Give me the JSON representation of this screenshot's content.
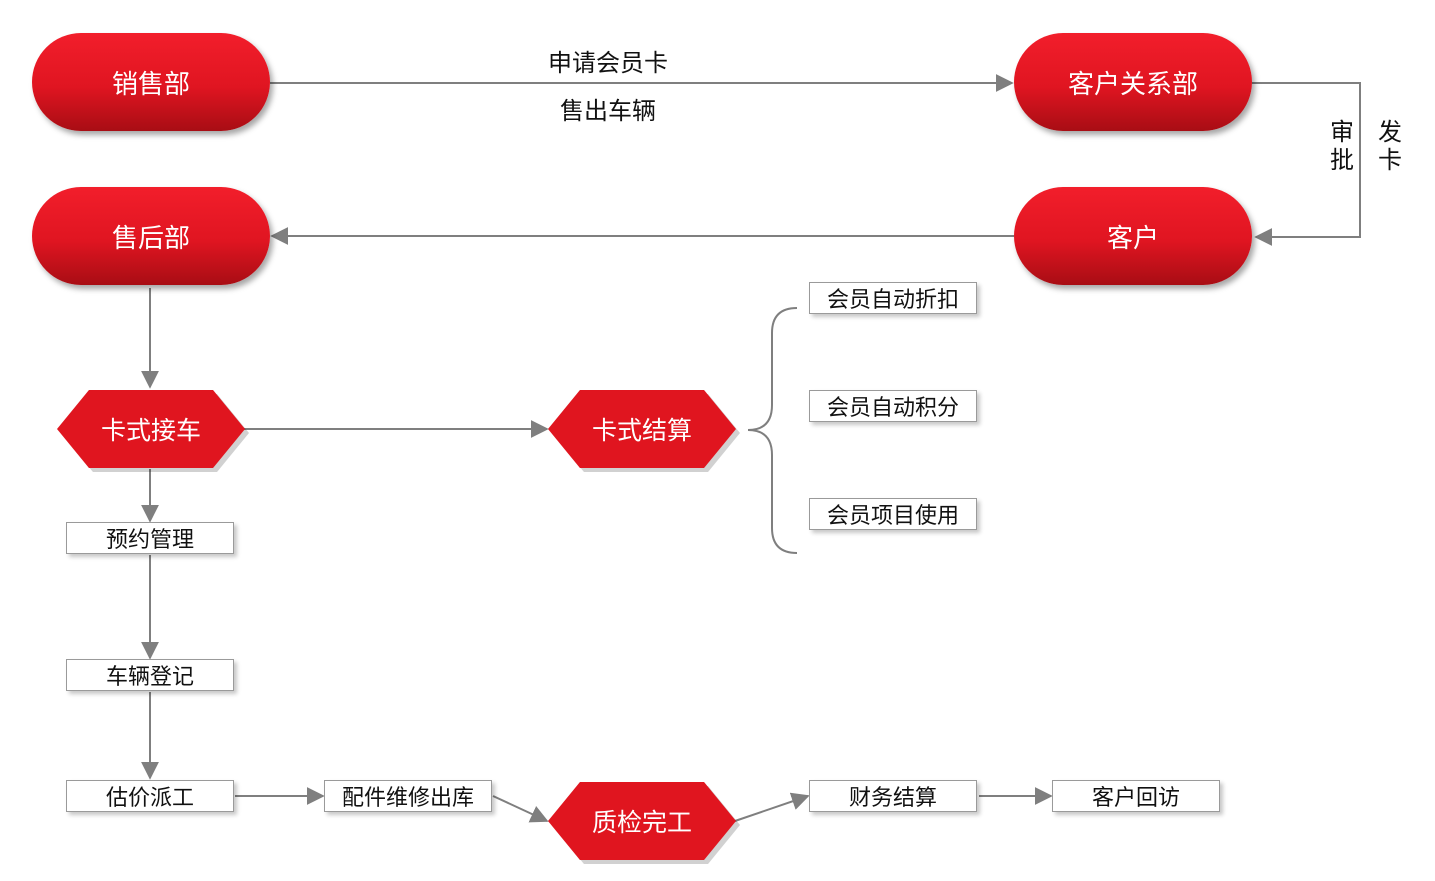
{
  "nodes": {
    "sales": "销售部",
    "crm": "客户关系部",
    "after_sales": "售后部",
    "customer": "客户",
    "card_reception": "卡式接车",
    "card_settlement": "卡式结算",
    "appointment": "预约管理",
    "vehicle_register": "车辆登记",
    "estimate_dispatch": "估价派工",
    "parts_out": "配件维修出库",
    "qc_complete": "质检完工",
    "finance_settle": "财务结算",
    "customer_visit": "客户回访"
  },
  "settlement_options": [
    "会员自动折扣",
    "会员自动积分",
    "会员项目使用"
  ],
  "edge_labels": {
    "apply_card": "申请会员卡",
    "sell_vehicle": "售出车辆",
    "approve": "审批",
    "issue_card": "发卡"
  },
  "colors": {
    "accent_red": "#e0151f",
    "line_gray": "#7f7f7f",
    "box_border": "#9a9a9a"
  }
}
